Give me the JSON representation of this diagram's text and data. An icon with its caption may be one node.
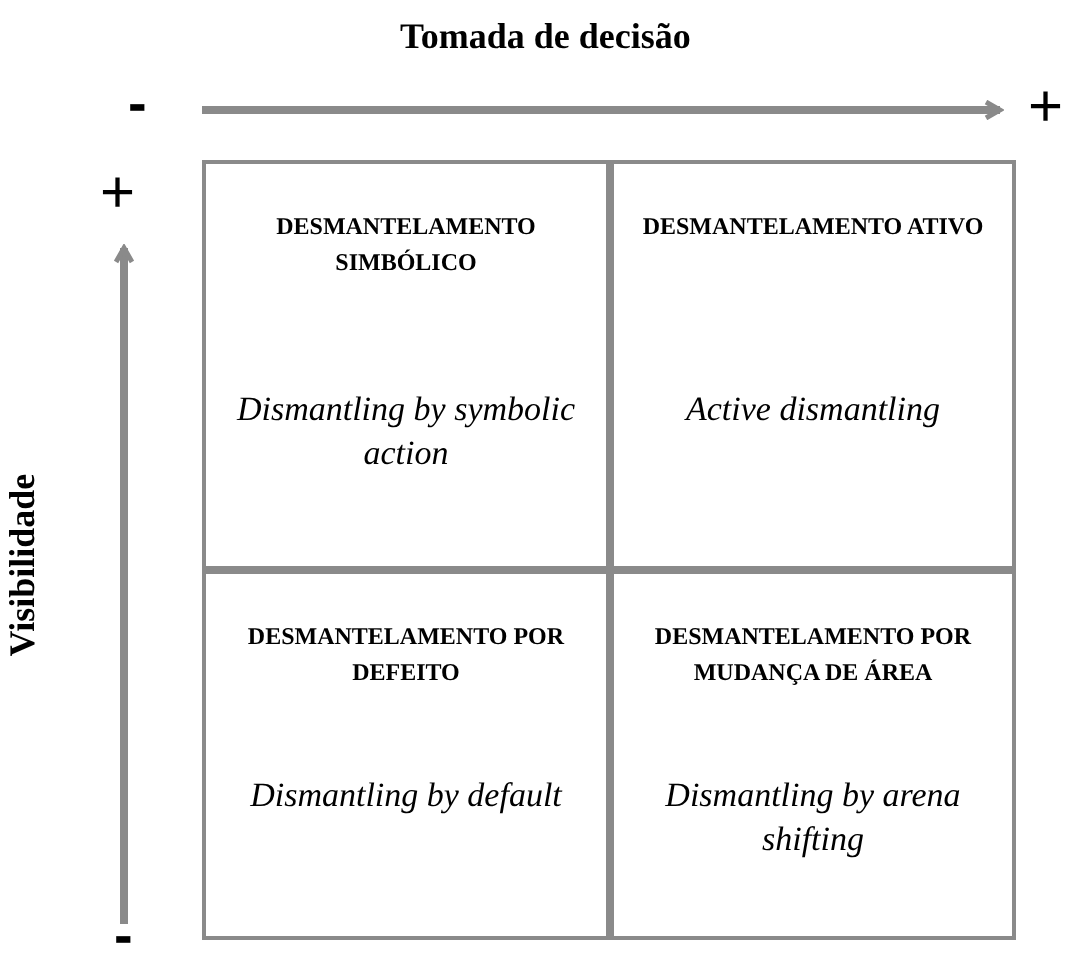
{
  "diagram": {
    "nodes": [
      {
        "text": [
          "DESMANTELAMENTO SIMBÓLICO",
          "Dismantling by symbolic action"
        ]
      },
      {
        "text": [
          "DESMANTELAMENTO ATIVO",
          "Active dismantling"
        ]
      },
      {
        "text": [
          "DESMANTELAMENTO POR DEFEITO",
          "Dismantling by default"
        ]
      },
      {
        "text": [
          "DESMANTELAMENTO POR MUDANÇA DE ÁREA",
          "Dismantling by arena shifting"
        ]
      }
    ],
    "edges": [],
    "labels": [
      "Tomada de decisão",
      "-",
      "+",
      "+",
      "Visibilidade",
      "-"
    ]
  }
}
